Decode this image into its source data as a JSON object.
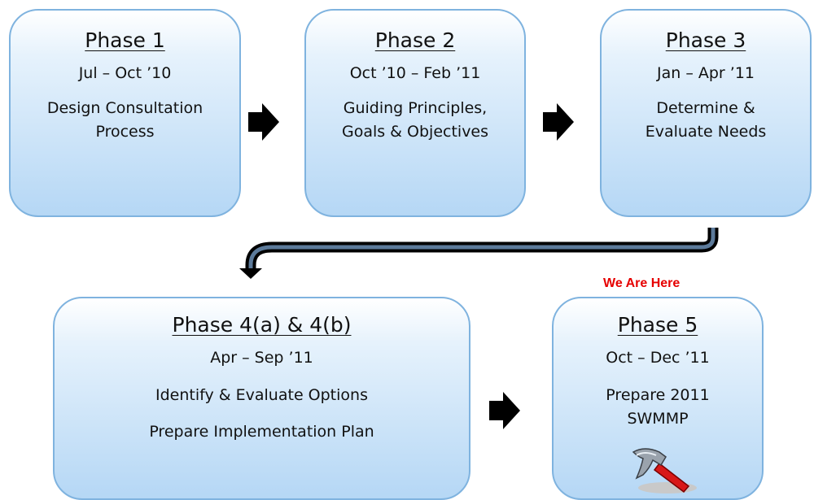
{
  "phases": [
    {
      "title": "Phase 1",
      "dates": "Jul – Oct ’10",
      "lines": [
        "Design Consultation",
        "Process"
      ]
    },
    {
      "title": "Phase 2",
      "dates": "Oct ’10 – Feb ’11",
      "lines": [
        "Guiding Principles,",
        "Goals & Objectives"
      ]
    },
    {
      "title": "Phase 3",
      "dates": "Jan – Apr ’11",
      "lines": [
        "Determine &",
        "Evaluate Needs"
      ]
    },
    {
      "title": "Phase 4(a) & 4(b)",
      "dates": "Apr – Sep ’11",
      "lines": [
        "Identify & Evaluate Options",
        "Prepare Implementation Plan"
      ]
    },
    {
      "title": "Phase 5",
      "dates": "Oct – Dec ’11",
      "lines": [
        "Prepare 2011",
        "SWMMP"
      ]
    }
  ],
  "current_marker": "We Are Here",
  "icons": [
    "right-arrow-icon",
    "return-arrow-icon",
    "hammer-icon"
  ],
  "colors": {
    "box_border": "#7fb3df",
    "box_fill": "#b5d7f5",
    "marker": "#e60000",
    "arrow": "#000000"
  }
}
